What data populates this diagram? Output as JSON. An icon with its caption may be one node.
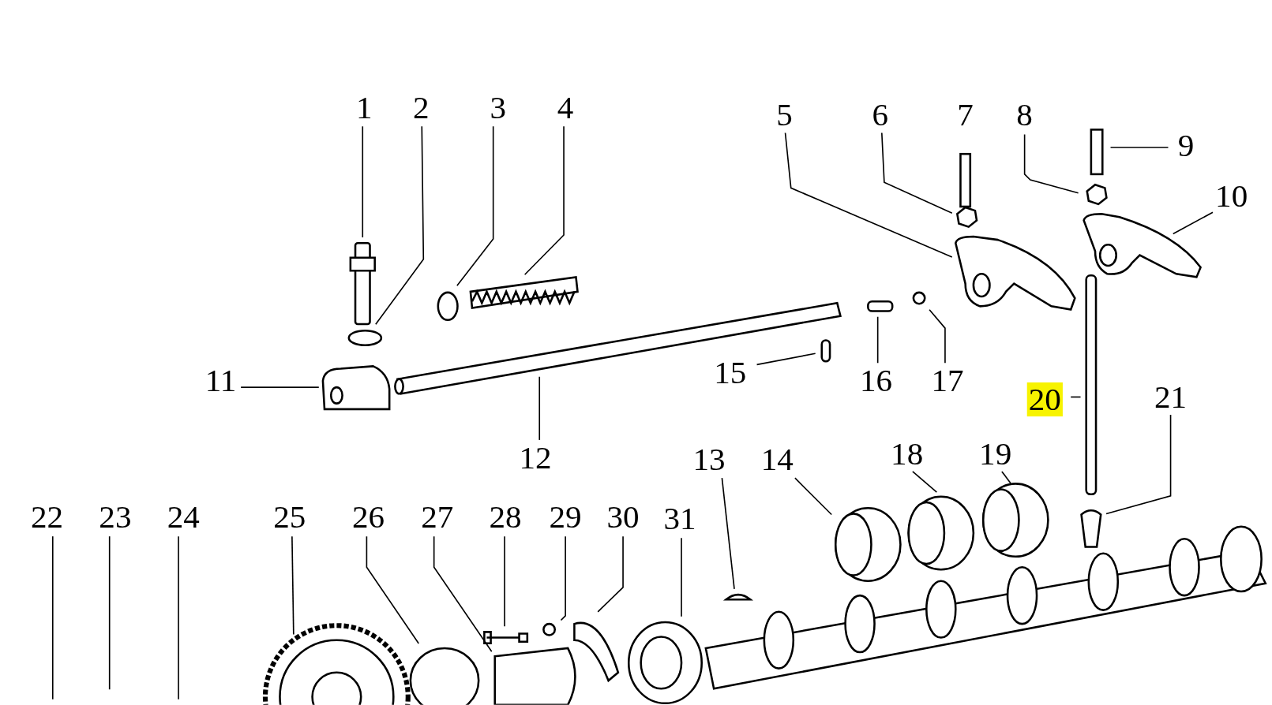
{
  "diagram": {
    "nodes": [
      {
        "text": [
          "1"
        ]
      },
      {
        "text": [
          "2"
        ]
      },
      {
        "text": [
          "3"
        ]
      },
      {
        "text": [
          "4"
        ]
      },
      {
        "text": [
          "5"
        ]
      },
      {
        "text": [
          "6"
        ]
      },
      {
        "text": [
          "8"
        ]
      },
      {
        "text": [
          "9"
        ]
      },
      {
        "text": [
          "10"
        ]
      },
      {
        "text": [
          "11"
        ]
      },
      {
        "text": [
          "15"
        ]
      },
      {
        "text": [
          "16"
        ]
      },
      {
        "text": [
          "17"
        ]
      },
      {
        "text": [
          "20"
        ]
      },
      {
        "text": [
          "21"
        ]
      },
      {
        "text": [
          "12"
        ]
      },
      {
        "text": [
          "13"
        ]
      },
      {
        "text": [
          "14"
        ]
      },
      {
        "text": [
          "18"
        ]
      },
      {
        "text": [
          "19"
        ]
      },
      {
        "text": [
          "22"
        ]
      },
      {
        "text": [
          "23"
        ]
      },
      {
        "text": [
          "24"
        ]
      },
      {
        "text": [
          "25"
        ]
      },
      {
        "text": [
          "26"
        ]
      },
      {
        "text": [
          "27"
        ]
      },
      {
        "text": [
          "28"
        ]
      },
      {
        "text": [
          "29"
        ]
      },
      {
        "text": [
          "30"
        ]
      },
      {
        "text": [
          "31"
        ]
      }
    ],
    "edges": [
      {
        "from": 0,
        "to": null,
        "arrow": "none"
      },
      {
        "from": 1,
        "to": null,
        "arrow": "none"
      },
      {
        "from": 2,
        "to": null,
        "arrow": "none"
      },
      {
        "from": 3,
        "to": null,
        "arrow": "none"
      },
      {
        "from": 4,
        "to": null,
        "arrow": "none"
      },
      {
        "from": 5,
        "to": null,
        "arrow": "none"
      },
      {
        "from": 6,
        "to": null,
        "arrow": "none"
      },
      {
        "from": 7,
        "to": null,
        "arrow": "none"
      },
      {
        "from": 8,
        "to": null,
        "arrow": "none"
      },
      {
        "from": 9,
        "to": null,
        "arrow": "none"
      },
      {
        "from": 10,
        "to": null,
        "arrow": "none"
      },
      {
        "from": 11,
        "to": null,
        "arrow": "none"
      },
      {
        "from": 12,
        "to": null,
        "arrow": "none"
      },
      {
        "from": 13,
        "to": null,
        "arrow": "none"
      },
      {
        "from": 14,
        "to": null,
        "arrow": "none"
      },
      {
        "from": 15,
        "to": null,
        "arrow": "none"
      },
      {
        "from": 16,
        "to": null,
        "arrow": "none"
      },
      {
        "from": 17,
        "to": null,
        "arrow": "none"
      },
      {
        "from": 18,
        "to": null,
        "arrow": "none"
      },
      {
        "from": 19,
        "to": null,
        "arrow": "none"
      },
      {
        "from": 20,
        "to": null,
        "arrow": "none"
      },
      {
        "from": 21,
        "to": null,
        "arrow": "none"
      },
      {
        "from": 22,
        "to": null,
        "arrow": "none"
      },
      {
        "from": 23,
        "to": null,
        "arrow": "none"
      },
      {
        "from": 24,
        "to": null,
        "arrow": "none"
      },
      {
        "from": 25,
        "to": null,
        "arrow": "none"
      },
      {
        "from": 26,
        "to": null,
        "arrow": "none"
      },
      {
        "from": 27,
        "to": null,
        "arrow": "none"
      },
      {
        "from": 28,
        "to": null,
        "arrow": "none"
      },
      {
        "from": 29,
        "to": null,
        "arrow": "none"
      }
    ],
    "labels": [
      "7"
    ]
  }
}
